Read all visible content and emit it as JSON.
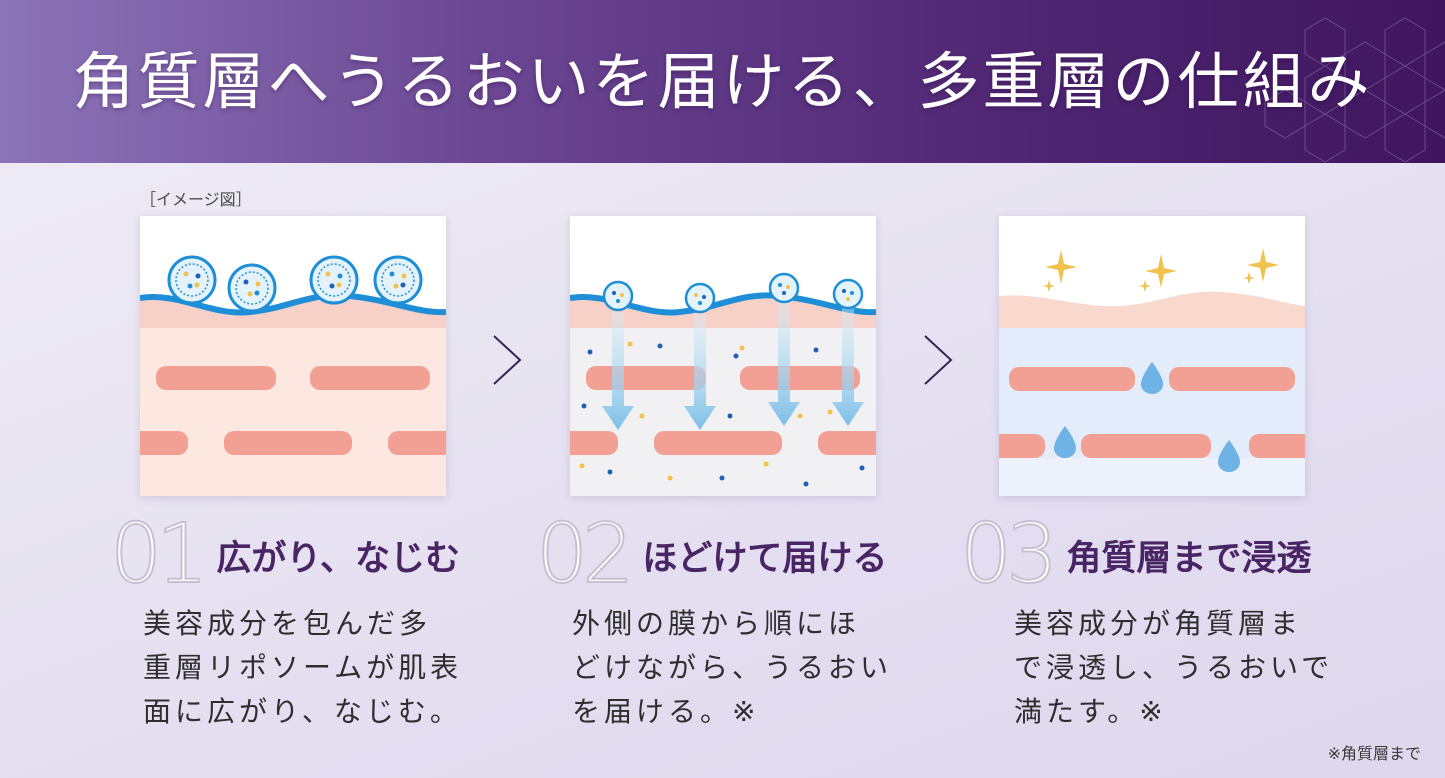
{
  "header": {
    "title": "角質層へうるおいを届ける、多重層の仕組み"
  },
  "image_note": "［イメージ図］",
  "steps": [
    {
      "number": "01",
      "title": "広がり、なじむ",
      "lines": [
        "美容成分を包んだ多",
        "重層リポソームが肌表",
        "面に広がり、なじむ。"
      ]
    },
    {
      "number": "02",
      "title": "ほどけて届ける",
      "lines": [
        "外側の膜から順にほ",
        "どけながら、うるおい",
        "を届ける。※"
      ]
    },
    {
      "number": "03",
      "title": "角質層まで浸透",
      "lines": [
        "美容成分が角質層ま",
        "で浸透し、うるおいで",
        "満たす。※"
      ]
    }
  ],
  "footnote": "※角質層まで",
  "colors": {
    "header_start": "#8c74b8",
    "header_end": "#3f165e",
    "membrane_blue": "#1e8fd6",
    "skin_pink": "#f7d1c8",
    "cell_salmon": "#f3a094",
    "title_purple": "#4a2565",
    "sparkle_gold": "#f2c14e"
  },
  "icons": {
    "arrow": "chevron-right-icon",
    "sparkle": "sparkle-icon",
    "droplet": "water-drop-icon",
    "liposome": "liposome-icon"
  }
}
